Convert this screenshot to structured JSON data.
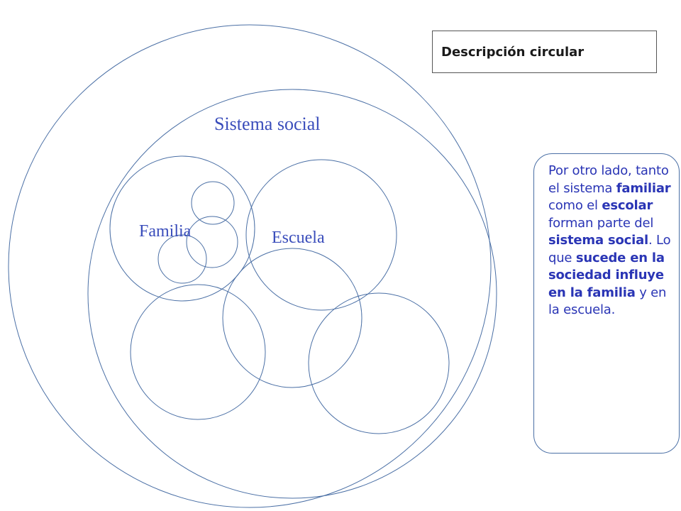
{
  "title": "Descripción circular",
  "labels": {
    "outer": "Sistema social",
    "familia": "Familia",
    "escuela": "Escuela"
  },
  "description": {
    "p1": "Por otro lado, tanto el sistema ",
    "b1": "familiar",
    "p2": " como el ",
    "b2": "escolar",
    "p3": " forman parte del ",
    "b3": "sistema social",
    "p4": ". Lo que ",
    "b4": "sucede en la sociedad influye en la familia",
    "p5": " y en la escuela."
  },
  "colors": {
    "circle_stroke": "#4a6fa5",
    "label_text": "#3a4dbb",
    "description_text": "#2a35b5"
  }
}
